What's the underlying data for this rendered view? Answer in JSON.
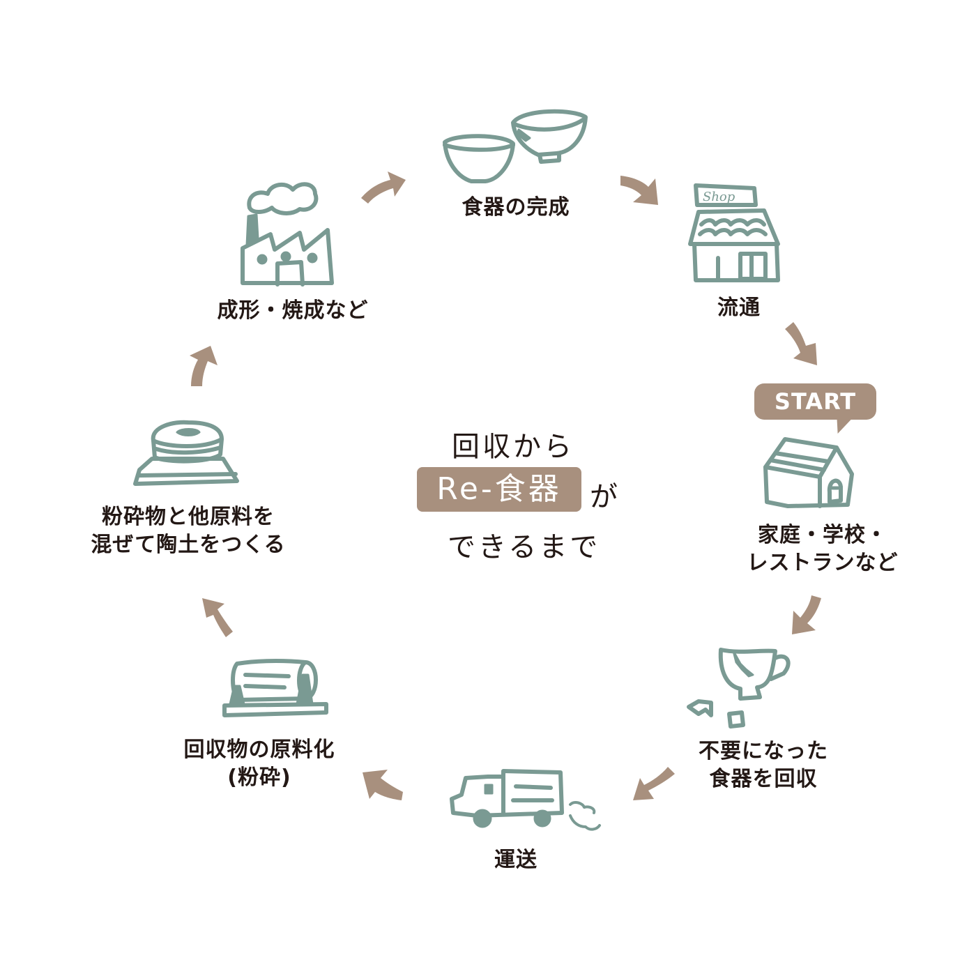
{
  "title": {
    "line1": "回収から",
    "badge": "Re-食器",
    "badge_suffix": "が",
    "line3": "できるまで"
  },
  "start_label": "START",
  "colors": {
    "accent_brown": "#a8907e",
    "icon_green": "#7a9a93",
    "text": "#231815",
    "background": "#ffffff"
  },
  "steps": [
    {
      "id": "home",
      "icon": "house-icon",
      "lines": [
        "家庭・学校・",
        "レストランなど"
      ]
    },
    {
      "id": "collect",
      "icon": "broken-cup-icon",
      "lines": [
        "不要になった",
        "食器を回収"
      ]
    },
    {
      "id": "transport",
      "icon": "truck-icon",
      "lines": [
        "運送"
      ]
    },
    {
      "id": "crush",
      "icon": "crusher-machine-icon",
      "lines": [
        "回収物の原料化",
        "(粉砕)"
      ]
    },
    {
      "id": "clay",
      "icon": "clay-stack-icon",
      "lines": [
        "粉砕物と他原料を",
        "混ぜて陶土をつくる"
      ]
    },
    {
      "id": "factory",
      "icon": "factory-icon",
      "lines": [
        "成形・焼成など"
      ]
    },
    {
      "id": "complete",
      "icon": "bowls-icon",
      "lines": [
        "食器の完成"
      ]
    },
    {
      "id": "distribution",
      "icon": "shop-icon",
      "lines": [
        "流通"
      ]
    }
  ],
  "shop_sign_text": "Shop",
  "flow_direction": "clockwise"
}
